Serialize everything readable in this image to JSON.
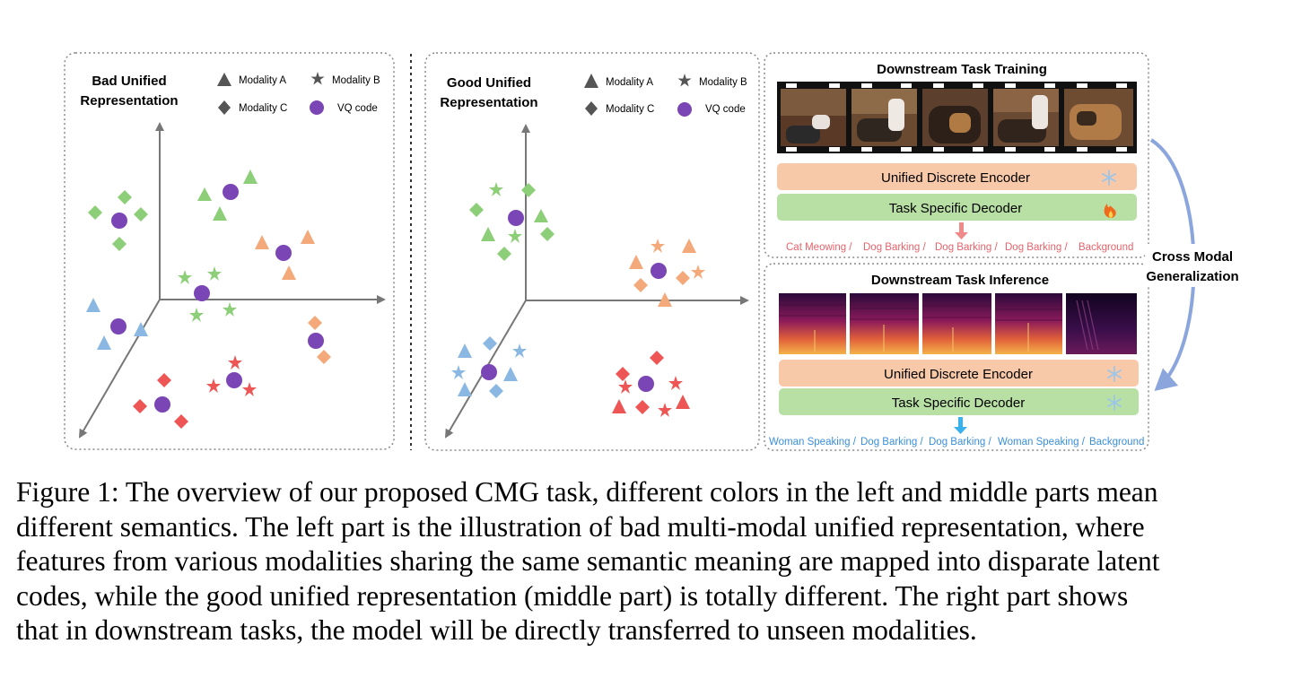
{
  "left_panel": {
    "title_line1": "Bad Unified",
    "title_line2": "Representation",
    "legend": {
      "modality_a": "Modality A",
      "modality_b": "Modality B",
      "modality_c": "Modality C",
      "vq_code": "VQ code"
    }
  },
  "middle_panel": {
    "title_line1": "Good Unified",
    "title_line2": "Representation",
    "legend": {
      "modality_a": "Modality A",
      "modality_b": "Modality B",
      "modality_c": "Modality C",
      "vq_code": "VQ code"
    }
  },
  "training_panel": {
    "title": "Downstream Task Training",
    "encoder_label": "Unified Discrete Encoder",
    "decoder_label": "Task Specific Decoder",
    "labels": [
      "Cat Meowing /",
      "Dog Barking /",
      "Dog Barking /",
      "Dog Barking /",
      "Background"
    ]
  },
  "inference_panel": {
    "title": "Downstream Task Inference",
    "encoder_label": "Unified Discrete Encoder",
    "decoder_label": "Task Specific Decoder",
    "labels": [
      "Woman Speaking /",
      "Dog Barking /",
      "Dog Barking /",
      "Woman Speaking /",
      "Background"
    ]
  },
  "cross_modal": {
    "line1": "Cross Modal",
    "line2": "Generalization"
  },
  "colors": {
    "green": "#8ccf78",
    "orange": "#f4a97b",
    "blue": "#8bb8e2",
    "red": "#ee5656",
    "purple": "#7a45b4",
    "encoder_fill": "#f8c9a8",
    "decoder_fill": "#b8e0a4",
    "train_label": "#e8636a",
    "infer_label": "#3a8fd9",
    "arrow_blue": "#8ba6dd"
  },
  "caption": {
    "line1": "Figure 1:  The overview of our proposed CMG task, different colors in the left and middle parts mean",
    "line2": "different semantics. The left part is the illustration of bad multi-modal unified representation, where",
    "line3": "features from various modalities sharing the same semantic meaning are mapped into disparate latent",
    "line4": "codes, while the good unified representation (middle part) is totally different. The right part shows",
    "line5": "that in downstream tasks, the model will be directly transferred to unseen modalities."
  }
}
